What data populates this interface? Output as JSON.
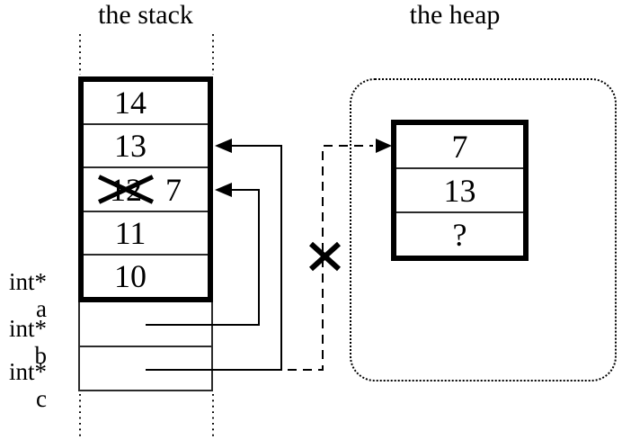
{
  "titles": {
    "stack": "the stack",
    "heap": "the heap"
  },
  "stack": {
    "cells": [
      {
        "value": "14"
      },
      {
        "value": "13"
      },
      {
        "value": "12",
        "crossed": true,
        "new_value": "7"
      },
      {
        "value": "11"
      },
      {
        "value": "10"
      }
    ],
    "labels": [
      {
        "text": "int* a"
      },
      {
        "text": "int* b"
      },
      {
        "text": "int* c"
      }
    ]
  },
  "heap": {
    "cells": [
      {
        "value": "7"
      },
      {
        "value": "13"
      },
      {
        "value": "?"
      }
    ]
  },
  "icons": {
    "cross": "✗"
  },
  "colors": {
    "ink": "#000000",
    "background": "#ffffff"
  }
}
